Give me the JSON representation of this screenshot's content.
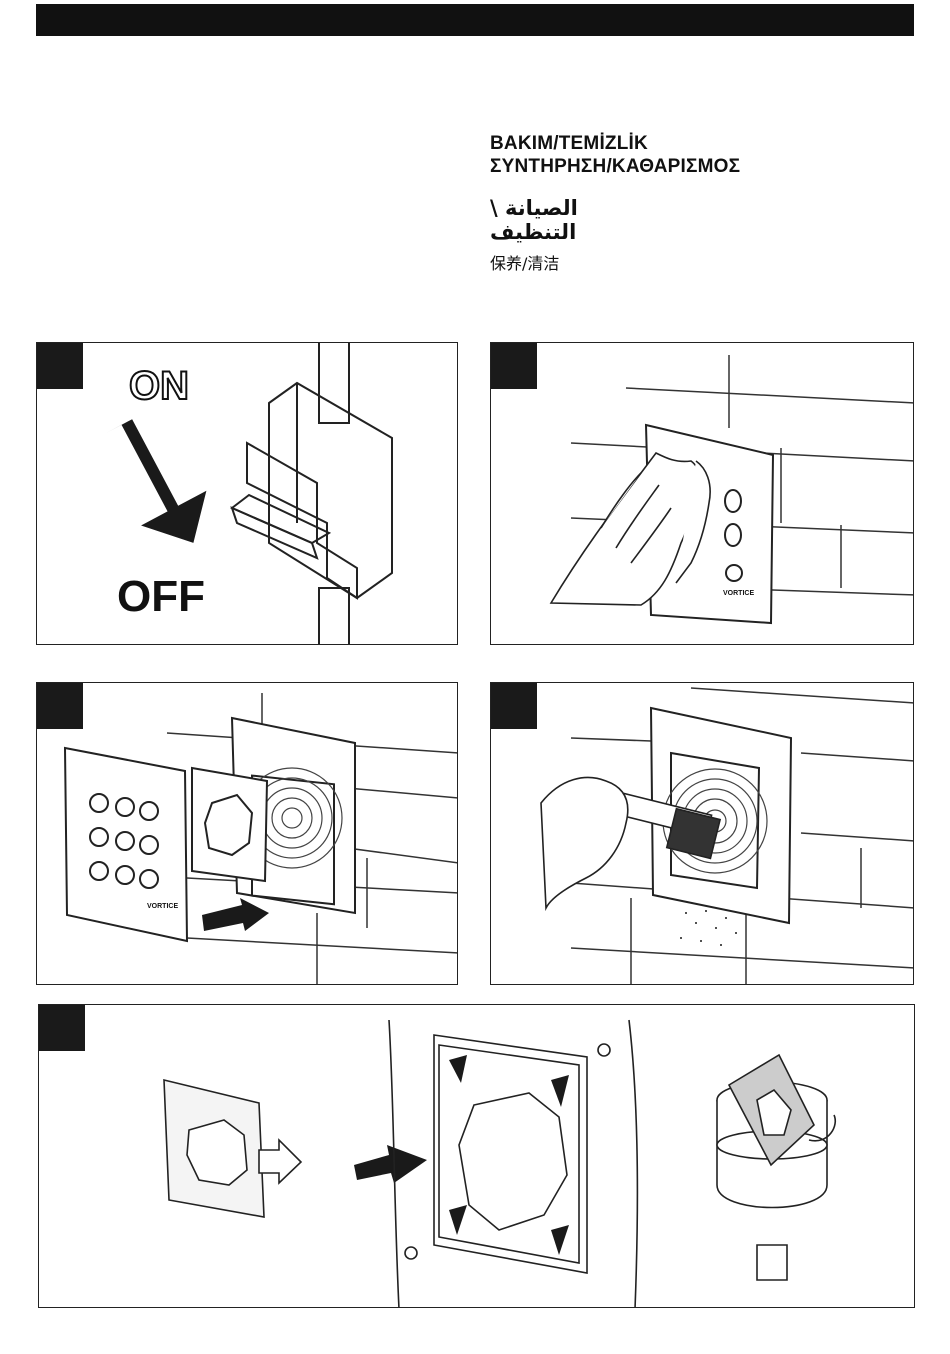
{
  "header": {
    "title_turkish": "BAKIM/TEMİZLİK",
    "title_greek": "ΣΥΝΤΗΡΗΣΗ/ΚΑΘΑΡΙΣΜΟΣ",
    "title_arabic": "الصيانة \\ التنظيف",
    "title_chinese": "保养/清洁"
  },
  "panel1": {
    "on_label": "ON",
    "off_label": "OFF"
  },
  "brand": {
    "name": "VORTICE"
  },
  "colors": {
    "bar": "#111111",
    "step_box": "#1a1a1a",
    "line": "#222222"
  }
}
